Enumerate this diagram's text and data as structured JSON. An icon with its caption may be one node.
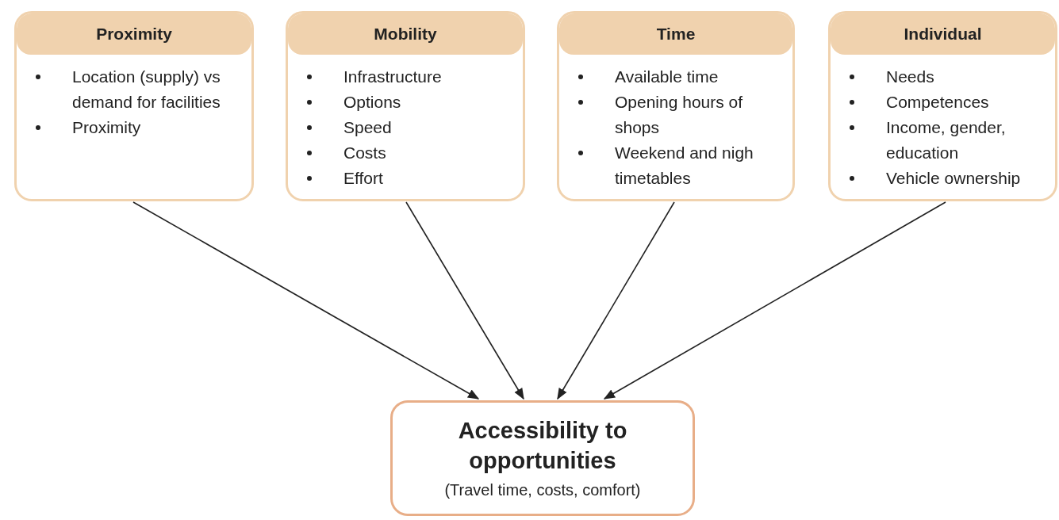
{
  "diagram": {
    "nodes": [
      {
        "text": [
          "Proximity",
          "Location (supply) vs demand for facilities",
          "Proximity"
        ]
      },
      {
        "text": [
          "Mobility",
          "Infrastructure",
          "Options",
          "Speed",
          "Costs",
          "Effort"
        ]
      },
      {
        "text": [
          "Time",
          "Available time",
          "Opening hours of shops",
          "Weekend and nigh timetables"
        ]
      },
      {
        "text": [
          "Individual",
          "Needs",
          "Competences",
          "Income, gender, education",
          "Vehicle ownership"
        ]
      },
      {
        "text": [
          "Accessibility to opportunities",
          "(Travel time, costs, comfort)"
        ]
      }
    ],
    "edges": [
      {
        "from": 0,
        "to": 4,
        "arrow": "to"
      },
      {
        "from": 1,
        "to": 4,
        "arrow": "to"
      },
      {
        "from": 2,
        "to": 4,
        "arrow": "to"
      },
      {
        "from": 3,
        "to": 4,
        "arrow": "to"
      }
    ]
  }
}
